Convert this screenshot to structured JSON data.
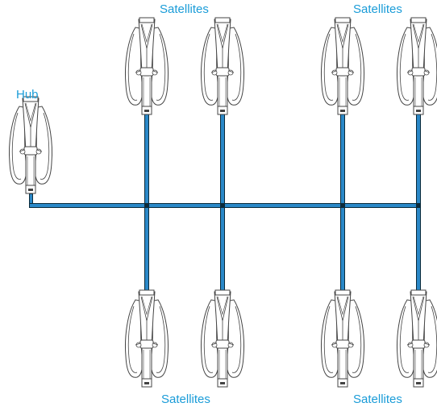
{
  "labels": {
    "hub": "Hub",
    "satellites_top_left": "Satellites",
    "satellites_top_right": "Satellites",
    "satellites_bottom_left": "Satellites",
    "satellites_bottom_right": "Satellites"
  },
  "colors": {
    "label": "#1a9cd8",
    "cable_outer": "#0a2a3a",
    "cable_inner": "#2a88c8",
    "device_stroke": "#444444"
  },
  "devices": {
    "hub_count": 1,
    "satellite_count": 8
  }
}
